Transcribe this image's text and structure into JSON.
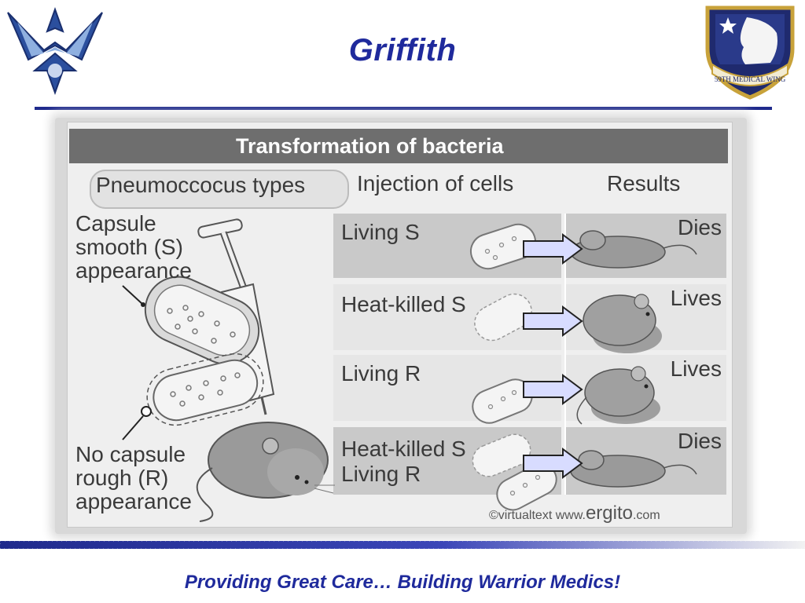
{
  "slide": {
    "title": "Griffith",
    "tagline": "Providing Great Care… Building Warrior Medics!",
    "accent_color": "#1f2a9c"
  },
  "logos": {
    "left": {
      "icon": "air-force-wings-logo"
    },
    "right": {
      "icon": "medical-wing-shield-logo",
      "text": "59TH MEDICAL WING"
    }
  },
  "figure": {
    "title": "Transformation of bacteria",
    "headers": {
      "types": "Pneumoccocus types",
      "injection": "Injection of cells",
      "results": "Results"
    },
    "types": {
      "smooth_lines": [
        "Capsule",
        "smooth (S)",
        "appearance"
      ],
      "rough_lines": [
        "No capsule",
        "rough (R)",
        "appearance"
      ]
    },
    "rows": [
      {
        "injection_lines": [
          "Living S"
        ],
        "result": "Dies"
      },
      {
        "injection_lines": [
          "Heat-killed S"
        ],
        "result": "Lives"
      },
      {
        "injection_lines": [
          "Living R"
        ],
        "result": "Lives"
      },
      {
        "injection_lines": [
          "Heat-killed S",
          "Living R"
        ],
        "result": "Dies"
      }
    ],
    "credit": {
      "prefix": "©virtualtext  www.",
      "brand": "ergito",
      "suffix": ".com"
    }
  }
}
